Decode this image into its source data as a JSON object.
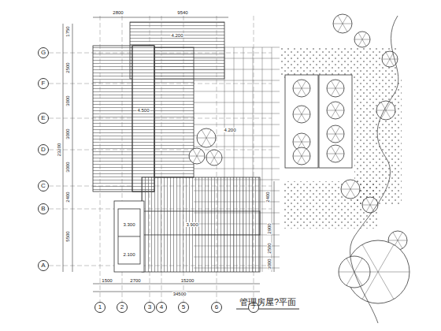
{
  "diagram": {
    "title": "管理房屋?平面",
    "nodes": [
      {
        "text": [
          "G"
        ]
      },
      {
        "text": [
          "F"
        ]
      },
      {
        "text": [
          "E"
        ]
      },
      {
        "text": [
          "D"
        ]
      },
      {
        "text": [
          "C"
        ]
      },
      {
        "text": [
          "B"
        ]
      },
      {
        "text": [
          "A"
        ]
      },
      {
        "text": [
          "1"
        ]
      },
      {
        "text": [
          "2"
        ]
      },
      {
        "text": [
          "3"
        ]
      },
      {
        "text": [
          "4"
        ]
      },
      {
        "text": [
          "5"
        ]
      },
      {
        "text": [
          "6"
        ]
      },
      {
        "text": [
          "7"
        ]
      }
    ],
    "labels": [
      "2800",
      "9540",
      "1750",
      "2500",
      "3000",
      "3000",
      "3000",
      "2400",
      "2400",
      "5500",
      "23200",
      "1500",
      "2700",
      "15200",
      "34500",
      "2900",
      "2500",
      "3000",
      "4.200",
      "4.500",
      "4.200",
      "3.900",
      "3.300",
      "2.100"
    ]
  }
}
